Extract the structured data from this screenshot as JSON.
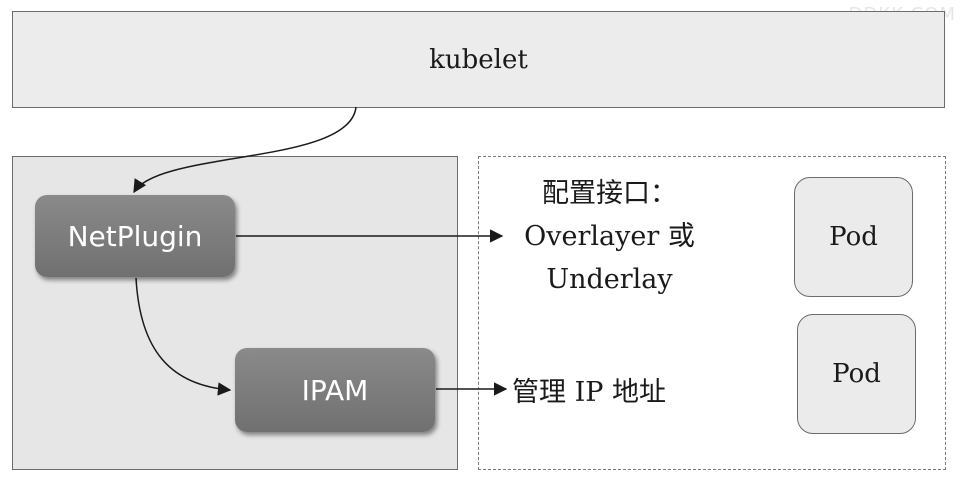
{
  "kubelet": {
    "label": "kubelet"
  },
  "netplugin": {
    "label": "NetPlugin"
  },
  "ipam": {
    "label": "IPAM"
  },
  "config_interface": {
    "line1": "配置接口：",
    "line2": "Overlayer 或",
    "line3": "Underlay"
  },
  "ipam_desc": {
    "label": "管理 IP 地址"
  },
  "pods": [
    {
      "label": "Pod"
    },
    {
      "label": "Pod"
    }
  ],
  "watermark": {
    "text": "DDKK.COM"
  }
}
